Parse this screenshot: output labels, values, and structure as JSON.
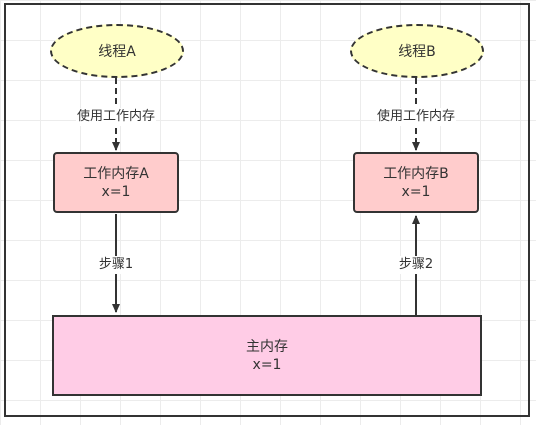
{
  "diagram": {
    "thread_a": {
      "label": "线程A"
    },
    "thread_b": {
      "label": "线程B"
    },
    "edge_use_a": {
      "label": "使用工作内存"
    },
    "edge_use_b": {
      "label": "使用工作内存"
    },
    "work_mem_a": {
      "title": "工作内存A",
      "value": "x=1"
    },
    "work_mem_b": {
      "title": "工作内存B",
      "value": "x=1"
    },
    "step1": {
      "label": "步骤1"
    },
    "step2": {
      "label": "步骤2"
    },
    "main_mem": {
      "title": "主内存",
      "value": "x=1"
    },
    "colors": {
      "thread_fill": "#ffffc6",
      "work_mem_fill": "#ffcccc",
      "main_mem_fill": "#ffcce6",
      "stroke": "#333333"
    }
  }
}
